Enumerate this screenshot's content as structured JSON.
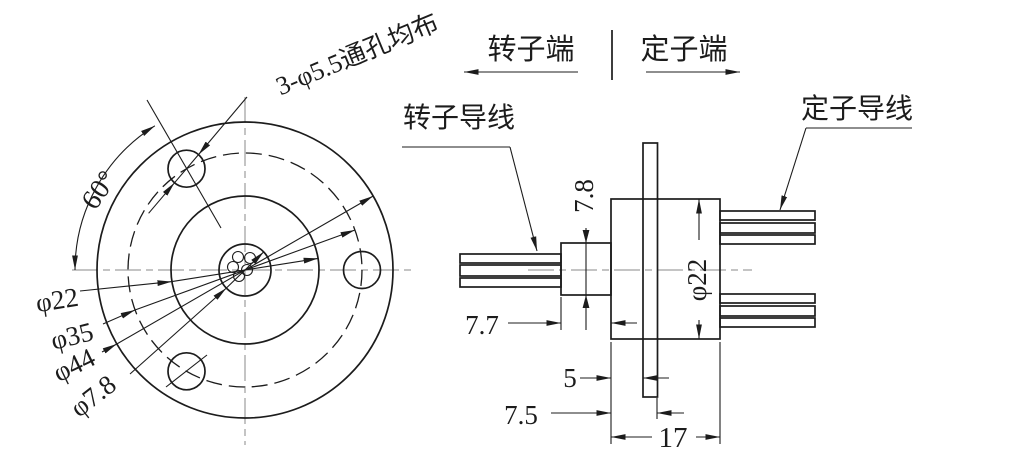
{
  "drawing_title": "slip-ring two-view engineering drawing",
  "colors": {
    "line": "#1c1c1c",
    "centerline": "#8a8a8a",
    "background": "#ffffff"
  },
  "front_view": {
    "labels": {
      "angle": "60°",
      "holes_note": "3-φ5.5通孔均布",
      "dia_22": "φ22",
      "dia_35": "φ35",
      "dia_44": "φ44",
      "dia_7_8": "φ7.8"
    }
  },
  "side_view": {
    "header": {
      "rotor_end": "转子端",
      "stator_end": "定子端"
    },
    "leaders": {
      "rotor_wire": "转子导线",
      "stator_wire": "定子导线"
    },
    "dims": {
      "step_od": "7.8",
      "rotor_boss_len": "7.7",
      "body_od": "φ22",
      "flange_offset": "5",
      "flange_back": "7.5",
      "total_len": "17"
    }
  }
}
